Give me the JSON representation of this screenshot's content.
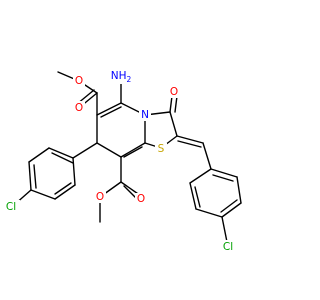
{
  "molecule": {
    "colors": {
      "bond": "#000000",
      "carbon": "#000000",
      "oxygen": "#ff0000",
      "nitrogen": "#0000ff",
      "sulfur": "#c6a400",
      "chlorine": "#00a000"
    },
    "atom_labels": {
      "nh2": "NH2",
      "n_ring": "N",
      "s_ring": "S",
      "o_ketone": "O",
      "o_ester1_carbonyl": "O",
      "o_ester1_ether": "O",
      "o_ester2_carbonyl": "O",
      "o_ester2_ether": "O",
      "cl_left": "Cl",
      "cl_right": "Cl"
    }
  }
}
